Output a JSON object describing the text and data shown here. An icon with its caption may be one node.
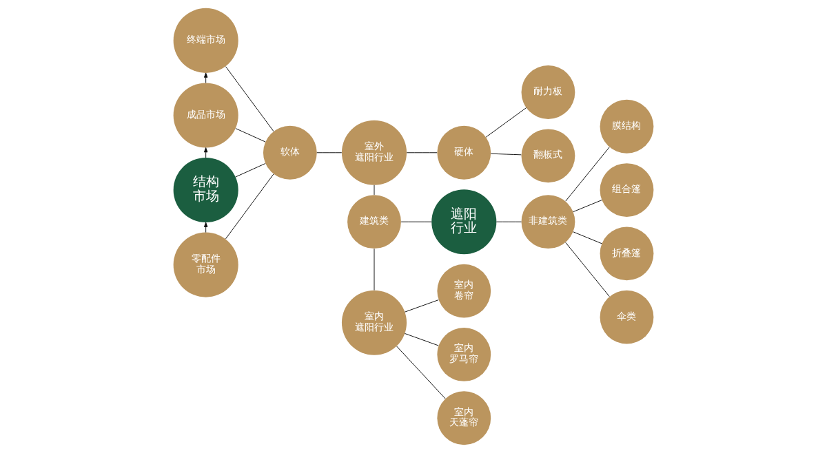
{
  "diagram": {
    "nodes": [
      {
        "text": [
          "终端市场"
        ]
      },
      {
        "text": [
          "成品市场"
        ]
      },
      {
        "text": [
          "结构市场"
        ]
      },
      {
        "text": [
          "零配件市场"
        ]
      },
      {
        "text": [
          "软体"
        ]
      },
      {
        "text": [
          "室外遮阳行业"
        ]
      },
      {
        "text": [
          "硬体"
        ]
      },
      {
        "text": [
          "耐力板"
        ]
      },
      {
        "text": [
          "翻板式"
        ]
      },
      {
        "text": [
          "建筑类"
        ]
      },
      {
        "text": [
          "遮阳行业"
        ]
      },
      {
        "text": [
          "非建筑类"
        ]
      },
      {
        "text": [
          "膜结构"
        ]
      },
      {
        "text": [
          "组合篷"
        ]
      },
      {
        "text": [
          "折叠篷"
        ]
      },
      {
        "text": [
          "伞类"
        ]
      },
      {
        "text": [
          "室内遮阳行业"
        ]
      },
      {
        "text": [
          "室内卷帘"
        ]
      },
      {
        "text": [
          "室内罗马帘"
        ]
      },
      {
        "text": [
          "室内天蓬帘"
        ]
      }
    ],
    "edges": [
      {
        "from": 1,
        "to": 0,
        "arrow": "to"
      },
      {
        "from": 2,
        "to": 1,
        "arrow": "to"
      },
      {
        "from": 3,
        "to": 2,
        "arrow": "to"
      },
      {
        "from": 0,
        "to": 4,
        "arrow": "none"
      },
      {
        "from": 1,
        "to": 4,
        "arrow": "none"
      },
      {
        "from": 2,
        "to": 4,
        "arrow": "none"
      },
      {
        "from": 3,
        "to": 4,
        "arrow": "none"
      },
      {
        "from": 4,
        "to": 5,
        "arrow": "none"
      },
      {
        "from": 5,
        "to": 6,
        "arrow": "none"
      },
      {
        "from": 6,
        "to": 7,
        "arrow": "none"
      },
      {
        "from": 6,
        "to": 8,
        "arrow": "none"
      },
      {
        "from": 5,
        "to": 9,
        "arrow": "none"
      },
      {
        "from": 9,
        "to": 10,
        "arrow": "none"
      },
      {
        "from": 10,
        "to": 11,
        "arrow": "none"
      },
      {
        "from": 11,
        "to": 12,
        "arrow": "none"
      },
      {
        "from": 11,
        "to": 13,
        "arrow": "none"
      },
      {
        "from": 11,
        "to": 14,
        "arrow": "none"
      },
      {
        "from": 11,
        "to": 15,
        "arrow": "none"
      },
      {
        "from": 9,
        "to": 16,
        "arrow": "none"
      },
      {
        "from": 16,
        "to": 17,
        "arrow": "none"
      },
      {
        "from": 16,
        "to": 18,
        "arrow": "none"
      },
      {
        "from": 16,
        "to": 19,
        "arrow": "none"
      }
    ]
  }
}
